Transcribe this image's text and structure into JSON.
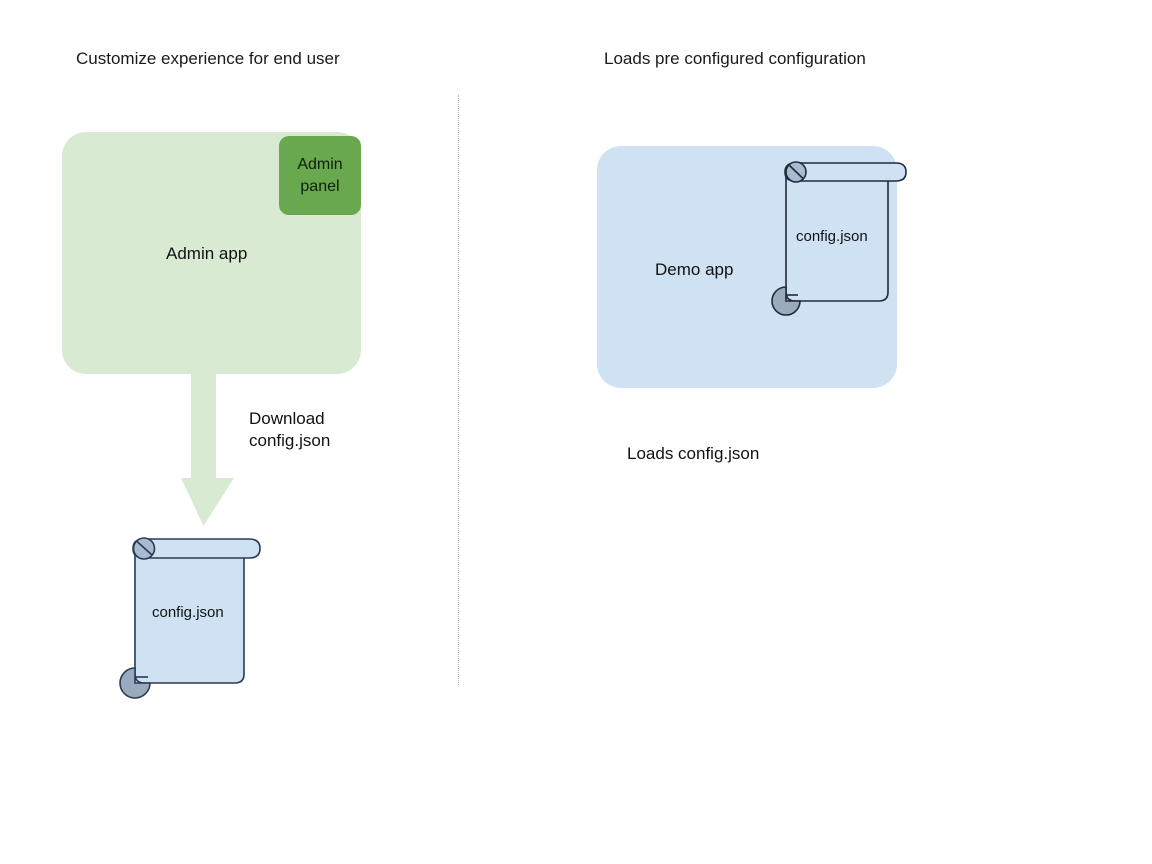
{
  "diagram": {
    "background_color": "#ffffff",
    "sections": [
      {
        "id": "left",
        "title": "Customize experience for end user"
      },
      {
        "id": "right",
        "title": "Loads pre configured configuration"
      }
    ],
    "divider": {
      "style": "dotted",
      "color": "#b9b9b9"
    },
    "left_section": {
      "app_box": {
        "label": "Admin app",
        "fill_color": "#d9ead3"
      },
      "badge": {
        "label": "Admin\npanel",
        "fill_color": "#6aa84f"
      },
      "arrow": {
        "label": "Download\nconfig.json",
        "fill_color": "#d9ead3",
        "direction": "down"
      },
      "document": {
        "label": "config.json",
        "fill_color": "#cfe2f3",
        "stroke_color": "#2b3a55",
        "curl_color": "#9fb0c4"
      }
    },
    "right_section": {
      "app_box": {
        "label": "Demo app",
        "fill_color": "#cfe2f3"
      },
      "document": {
        "label": "config.json",
        "fill_color": "#cfe2f3",
        "stroke_color": "#1f2a3a",
        "curl_color": "#9aa7b5"
      },
      "caption": "Loads config.json"
    }
  }
}
